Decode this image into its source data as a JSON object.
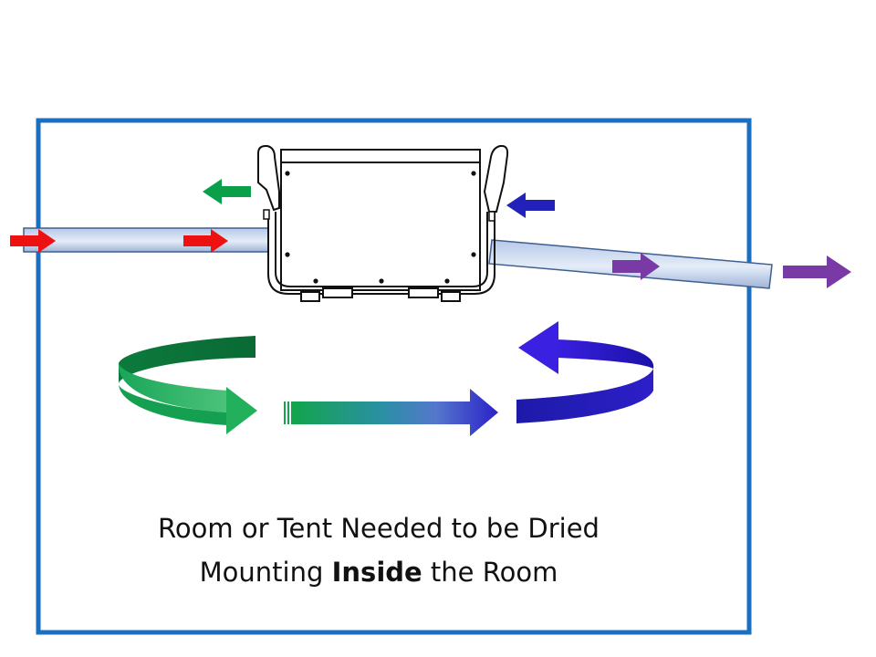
{
  "caption": {
    "line1": "Room or Tent Needed to be Dried",
    "line2_prefix": "Mounting ",
    "line2_bold": "Inside",
    "line2_suffix": " the Room"
  },
  "colors": {
    "room_border": "#1a6fc0",
    "duct_fill": "#c9d7ee",
    "duct_stroke": "#3f5f8f",
    "intake_arrow": "#ee1111",
    "exhaust_arrow": "#7a3aa6",
    "green_arrow": "#0aa04a",
    "blue_arrow": "#2222bb",
    "dehumidifier_stroke": "#111111"
  },
  "icons": {
    "dehumidifier": "dehumidifier-unit-icon",
    "flow": "arrow-right-icon",
    "return_flow": "arrow-left-icon",
    "circulation": "circular-arrow-icon"
  }
}
